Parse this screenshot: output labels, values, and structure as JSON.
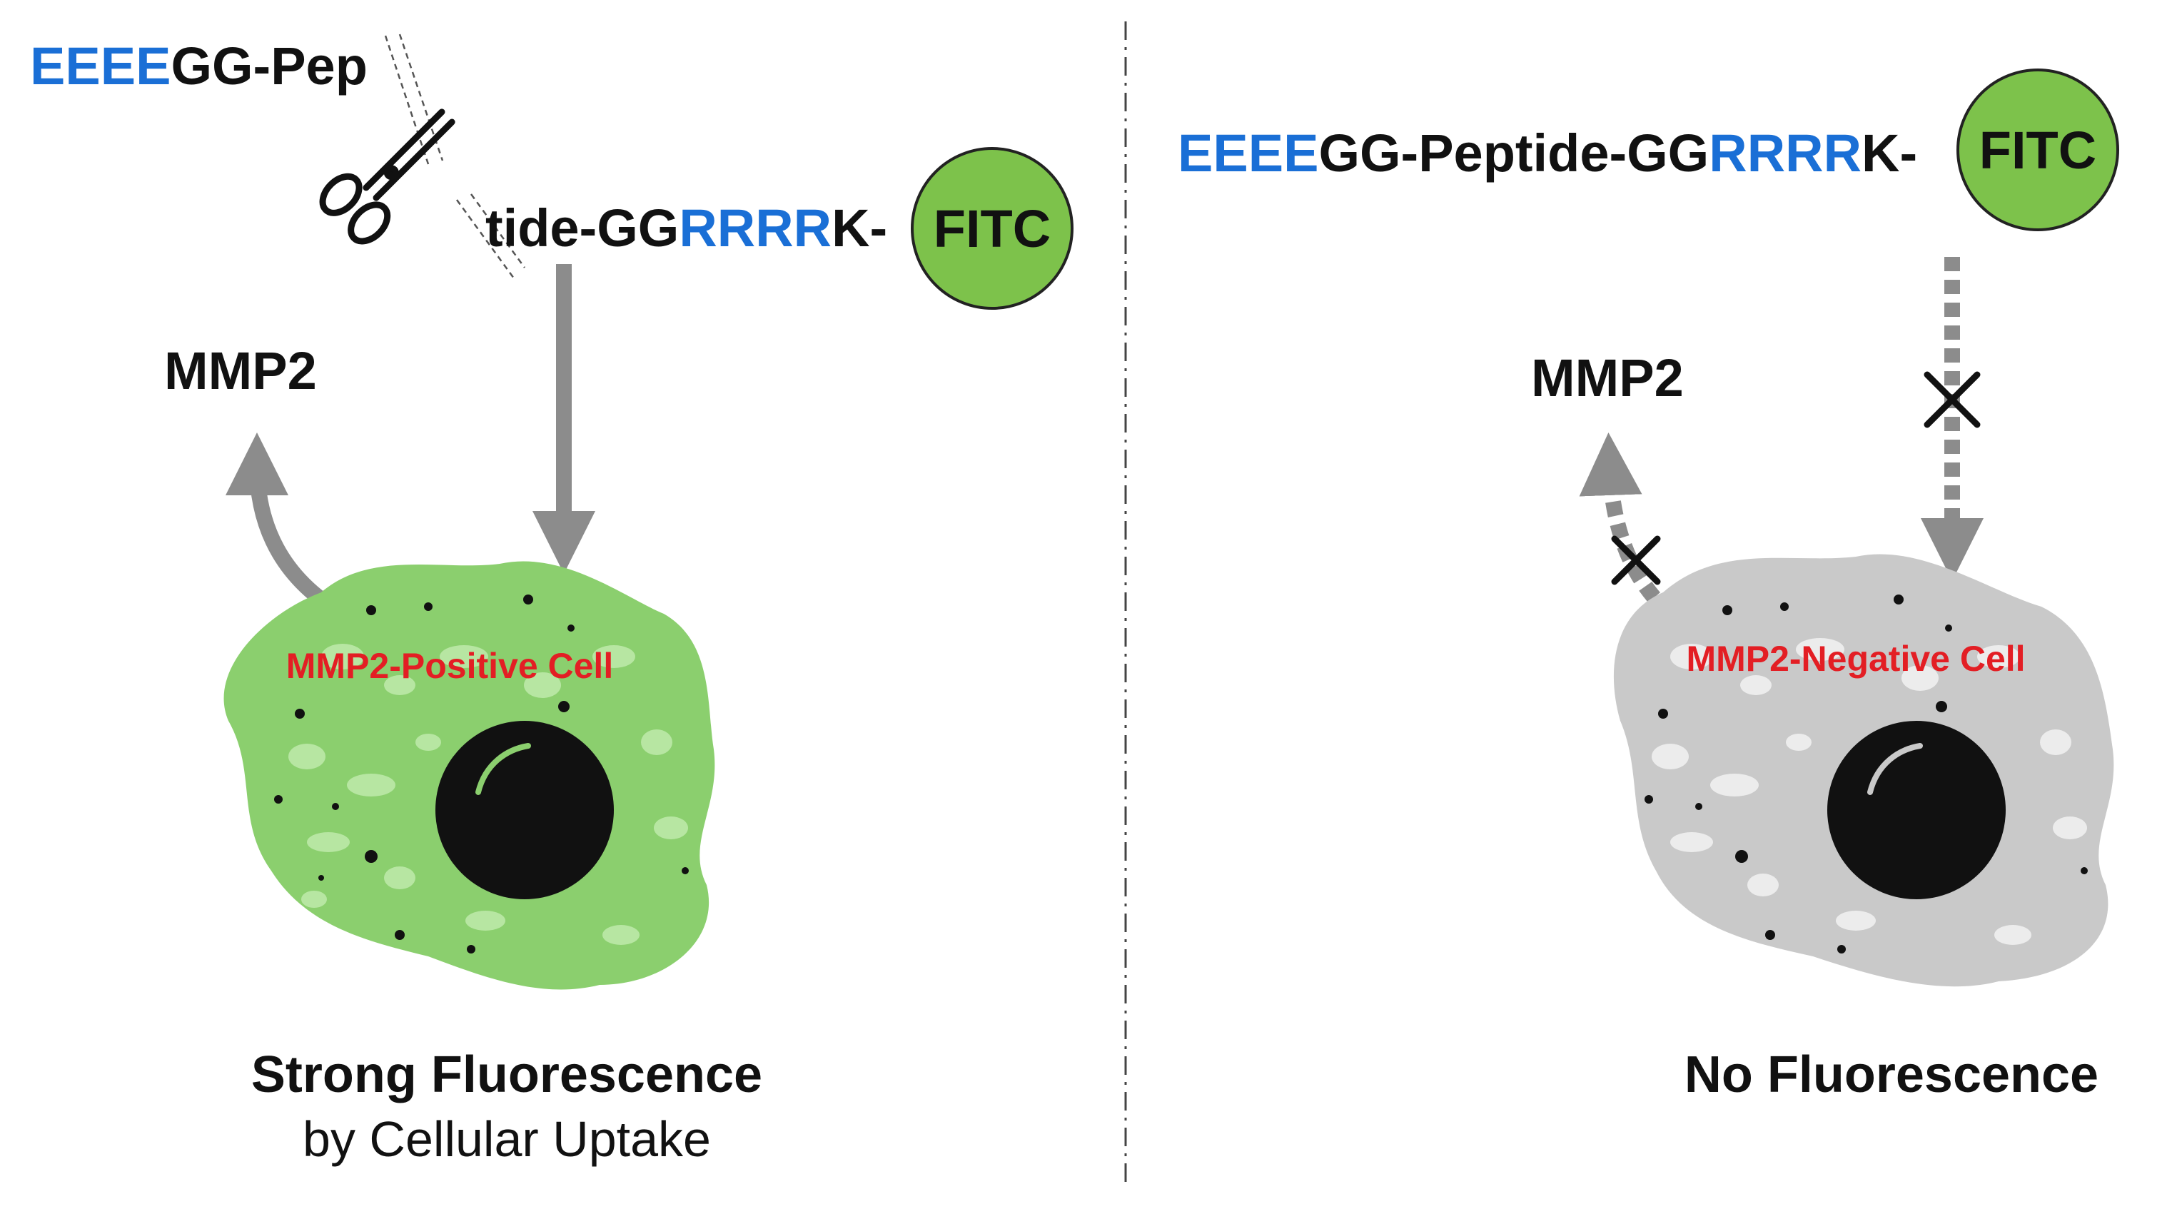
{
  "colors": {
    "blue": "#1a6fd6",
    "black": "#111111",
    "red": "#e31e24",
    "arrow_gray": "#8c8c8c",
    "fitc_green": "#7dc24b",
    "positive_cell_green": "#8bcf6e",
    "negative_cell_gray": "#c9c9c9"
  },
  "left": {
    "cleaved_fragment": {
      "blue": "EEEE",
      "black": "GG-Pep"
    },
    "bound_fragment": {
      "black_start": "tide-GG",
      "blue": "RRRR",
      "black_end": "K-"
    },
    "fitc_label": "FITC",
    "enzyme_label": "MMP2",
    "cell_label": "MMP2-Positive Cell",
    "caption_bold": "Strong Fluorescence",
    "caption_normal": "by Cellular Uptake",
    "icon": "scissors-icon"
  },
  "right": {
    "intact_probe": {
      "blue_start": "EEEE",
      "black_mid": "GG-Peptide-GG",
      "blue_mid": "RRRR",
      "black_end": "K-"
    },
    "fitc_label": "FITC",
    "enzyme_label": "MMP2",
    "cell_label": "MMP2-Negative Cell",
    "caption_bold": "No Fluorescence",
    "icons": [
      "blocked-cross-icon",
      "blocked-cross-icon"
    ]
  }
}
